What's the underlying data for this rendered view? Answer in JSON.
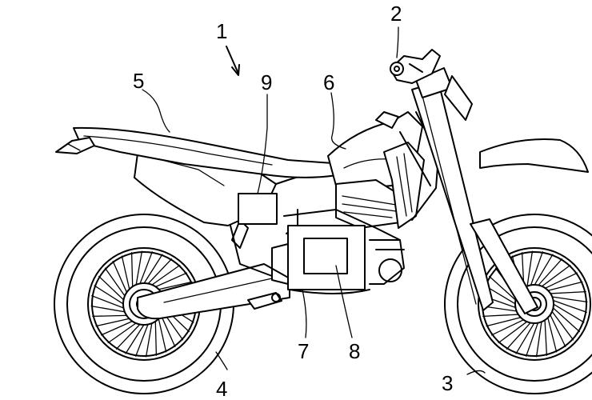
{
  "figure": {
    "reference_numerals": {
      "n1": "1",
      "n2": "2",
      "n3": "3",
      "n4": "4",
      "n5": "5",
      "n6": "6",
      "n7": "7",
      "n8": "8",
      "n9": "9"
    }
  }
}
